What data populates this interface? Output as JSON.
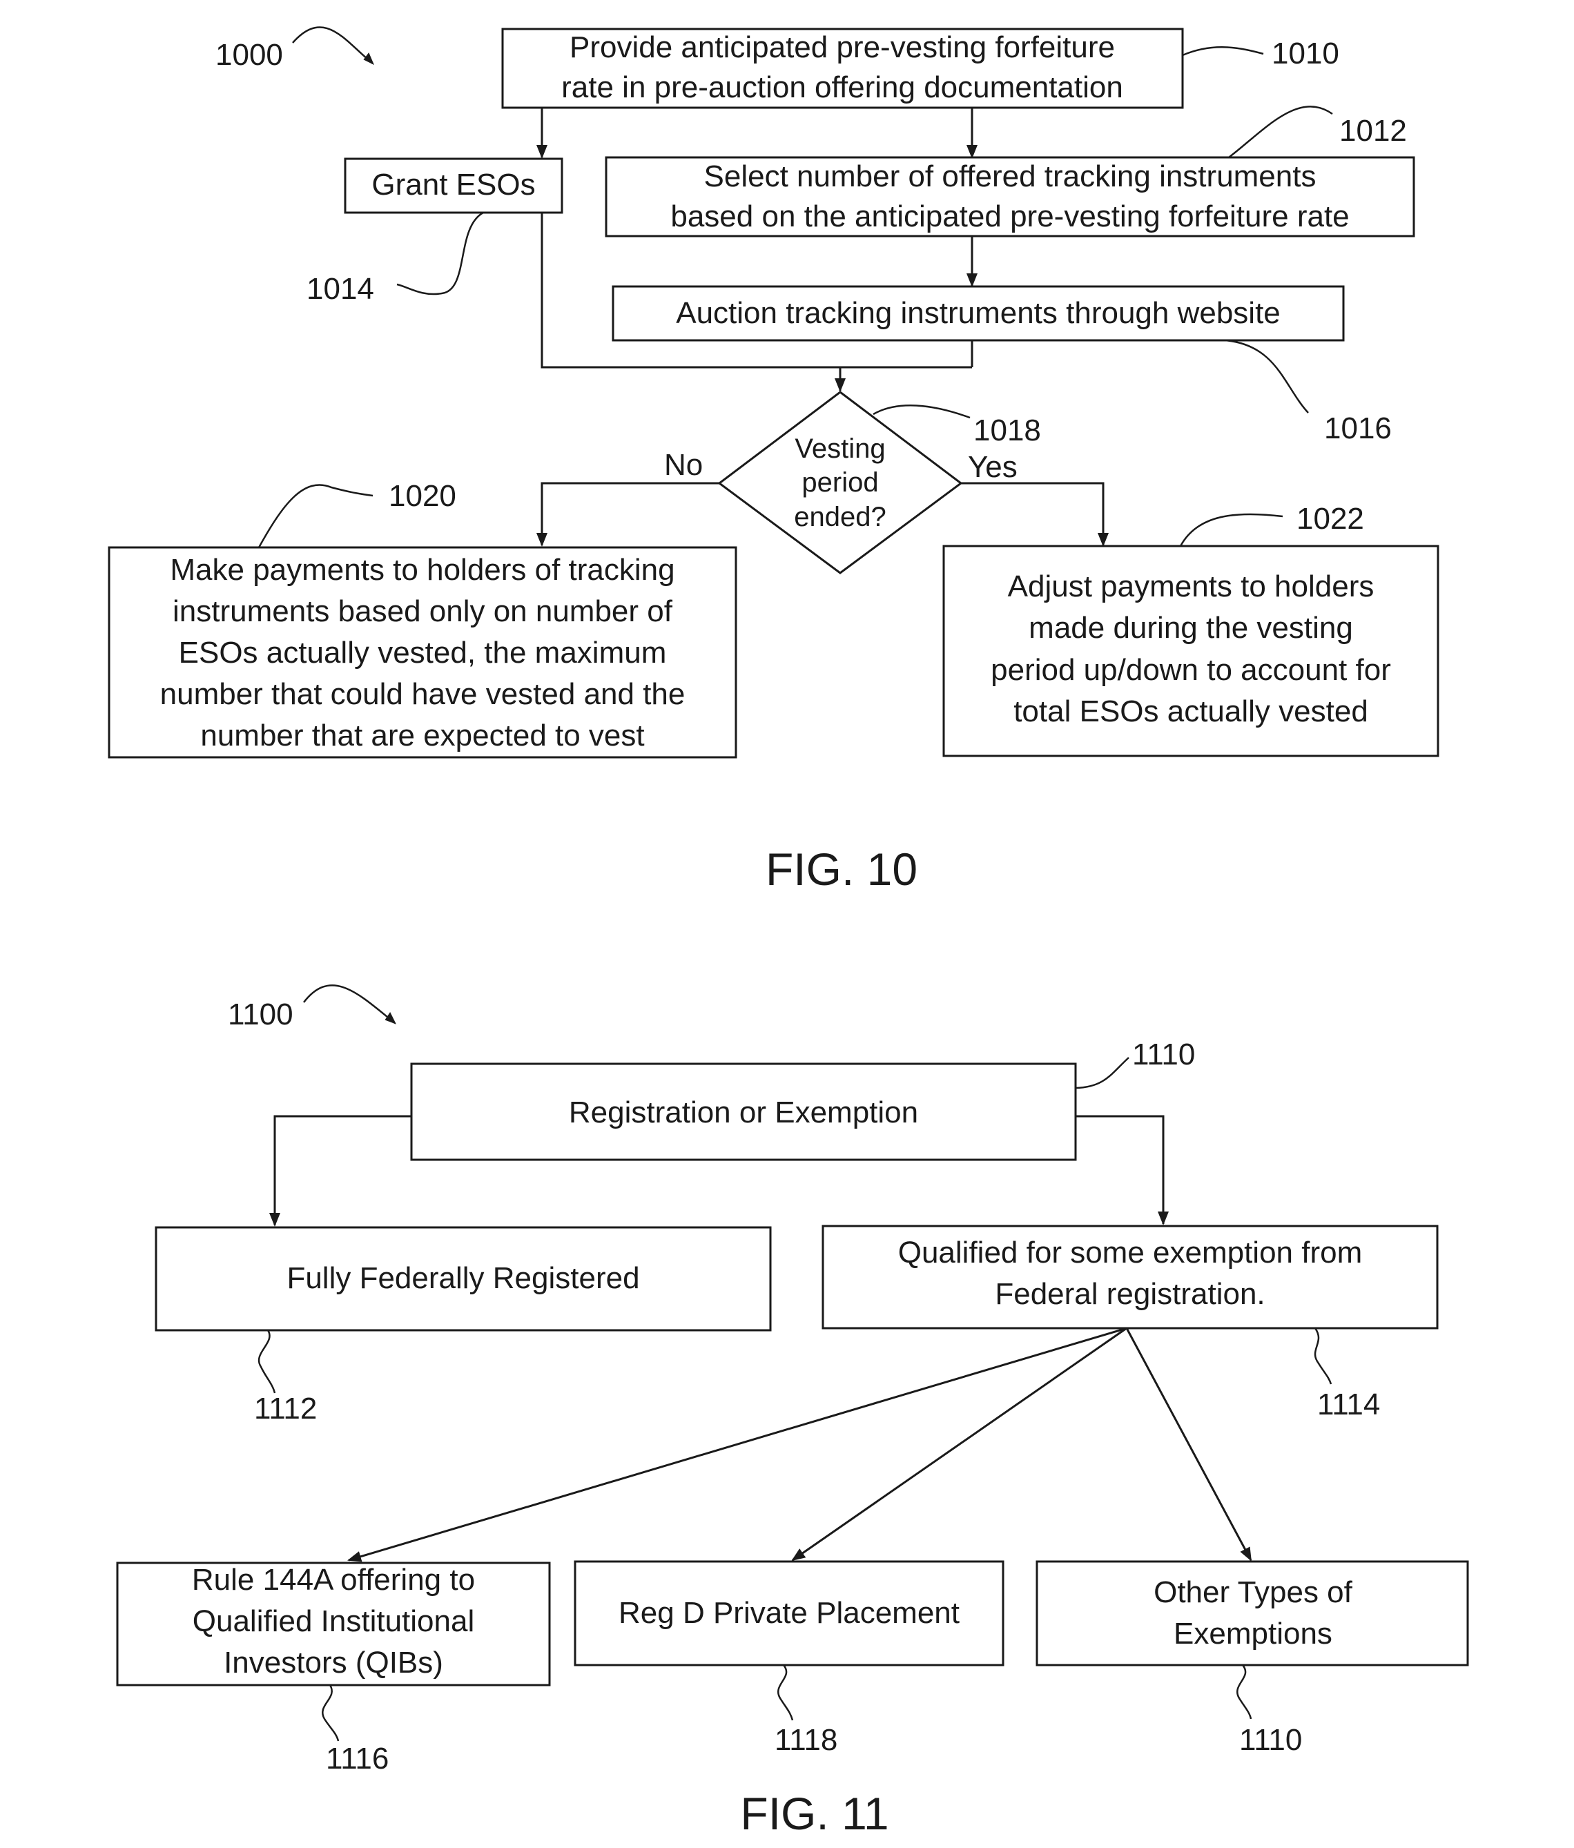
{
  "fig10": {
    "caption": "FIG. 10",
    "ref_main": "1000",
    "box_1010": {
      "ref": "1010",
      "lines": [
        "Provide anticipated pre-vesting forfeiture",
        "rate in pre-auction offering documentation"
      ]
    },
    "box_1014": {
      "ref": "1014",
      "lines": [
        "Grant ESOs"
      ]
    },
    "box_1012": {
      "ref": "1012",
      "lines": [
        "Select number of offered tracking instruments",
        "based on the anticipated pre-vesting forfeiture rate"
      ]
    },
    "box_1016": {
      "ref": "1016",
      "lines": [
        "Auction tracking instruments through website"
      ]
    },
    "decision_1018": {
      "ref": "1018",
      "lines": [
        "Vesting",
        "period",
        "ended?"
      ],
      "no_label": "No",
      "yes_label": "Yes"
    },
    "box_1020": {
      "ref": "1020",
      "lines": [
        "Make payments to holders of tracking",
        "instruments based only on number of",
        "ESOs actually vested, the maximum",
        "number that could have vested and the",
        "number that are expected to vest"
      ]
    },
    "box_1022": {
      "ref": "1022",
      "lines": [
        "Adjust payments to holders",
        "made during the vesting",
        "period up/down to account for",
        "total ESOs actually vested"
      ]
    }
  },
  "fig11": {
    "caption": "FIG. 11",
    "ref_main": "1100",
    "box_1110": {
      "ref": "1110",
      "lines": [
        "Registration or Exemption"
      ]
    },
    "box_1112": {
      "ref": "1112",
      "lines": [
        "Fully Federally Registered"
      ]
    },
    "box_1114": {
      "ref": "1114",
      "lines": [
        "Qualified for some exemption from",
        "Federal registration."
      ]
    },
    "box_1116": {
      "ref": "1116",
      "lines": [
        "Rule 144A offering to",
        "Qualified Institutional",
        "Investors (QIBs)"
      ]
    },
    "box_1118": {
      "ref": "1118",
      "lines": [
        "Reg D Private Placement"
      ]
    },
    "box_1110b": {
      "ref": "1110",
      "lines": [
        "Other Types of",
        "Exemptions"
      ]
    }
  }
}
